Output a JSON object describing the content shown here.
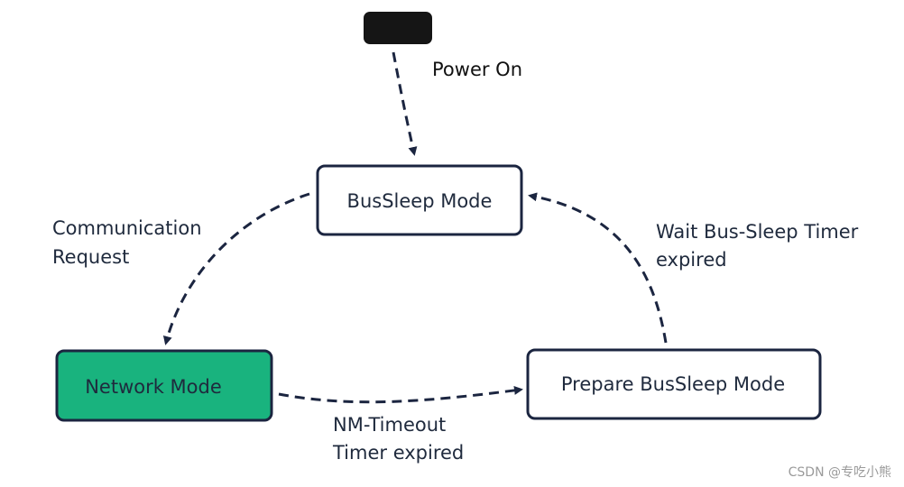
{
  "colors": {
    "network_mode_fill": "#19b37e",
    "box_stroke": "#1b2540",
    "arrow": "#1b2540",
    "initial_node": "#151515"
  },
  "initial": {
    "label": "Power On"
  },
  "states": {
    "bus_sleep": "BusSleep Mode",
    "network": "Network Mode",
    "prepare_bus_sleep": "Prepare BusSleep Mode"
  },
  "transitions": {
    "communication_request": [
      "Communication",
      "Request"
    ],
    "nm_timeout": [
      "NM-Timeout",
      "Timer expired"
    ],
    "wait_bus_sleep": [
      "Wait Bus-Sleep Timer",
      "expired"
    ]
  },
  "watermark": "CSDN @专吃小熊"
}
